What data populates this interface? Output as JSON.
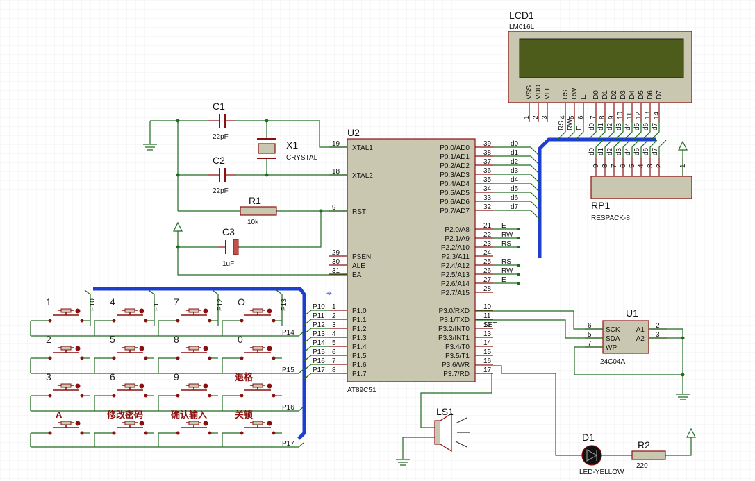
{
  "lcd": {
    "ref": "LCD1",
    "part": "LM016L",
    "pins": [
      "VSS",
      "VDD",
      "VEE",
      "RS",
      "RW",
      "E",
      "D0",
      "D1",
      "D2",
      "D3",
      "D4",
      "D5",
      "D6",
      "D7"
    ],
    "pin_numbers": [
      "1",
      "2",
      "3",
      "4",
      "5",
      "6",
      "7",
      "8",
      "9",
      "10",
      "11",
      "12",
      "13",
      "14"
    ],
    "color_screen": "#4d5c1a",
    "color_frame": "#c9c7b0"
  },
  "mcu": {
    "ref": "U2",
    "part": "AT89C51",
    "left_pins": [
      {
        "name": "XTAL1",
        "num": "19"
      },
      {
        "name": "XTAL2",
        "num": "18"
      },
      {
        "name": "RST",
        "num": "9"
      },
      {
        "name": "PSEN",
        "num": "29"
      },
      {
        "name": "ALE",
        "num": "30"
      },
      {
        "name": "EA",
        "num": "31"
      },
      {
        "name": "P1.0",
        "num": "1"
      },
      {
        "name": "P1.1",
        "num": "2"
      },
      {
        "name": "P1.2",
        "num": "3"
      },
      {
        "name": "P1.3",
        "num": "4"
      },
      {
        "name": "P1.4",
        "num": "5"
      },
      {
        "name": "P1.5",
        "num": "6"
      },
      {
        "name": "P1.6",
        "num": "7"
      },
      {
        "name": "P1.7",
        "num": "8"
      }
    ],
    "right_pins": [
      {
        "name": "P0.0/AD0",
        "num": "39"
      },
      {
        "name": "P0.1/AD1",
        "num": "38"
      },
      {
        "name": "P0.2/AD2",
        "num": "37"
      },
      {
        "name": "P0.3/AD3",
        "num": "36"
      },
      {
        "name": "P0.4/AD4",
        "num": "35"
      },
      {
        "name": "P0.5/AD5",
        "num": "34"
      },
      {
        "name": "P0.6/AD6",
        "num": "33"
      },
      {
        "name": "P0.7/AD7",
        "num": "32"
      },
      {
        "name": "P2.0/A8",
        "num": "21"
      },
      {
        "name": "P2.1/A9",
        "num": "22"
      },
      {
        "name": "P2.2/A10",
        "num": "23"
      },
      {
        "name": "P2.3/A11",
        "num": "24"
      },
      {
        "name": "P2.4/A12",
        "num": "25"
      },
      {
        "name": "P2.5/A13",
        "num": "26"
      },
      {
        "name": "P2.6/A14",
        "num": "27"
      },
      {
        "name": "P2.7/A15",
        "num": "28"
      },
      {
        "name": "P3.0/RXD",
        "num": "10"
      },
      {
        "name": "P3.1/TXD",
        "num": "11"
      },
      {
        "name": "P3.2/INT0",
        "num": "12"
      },
      {
        "name": "P3.3/INT1",
        "num": "13"
      },
      {
        "name": "P3.4/T0",
        "num": "14"
      },
      {
        "name": "P3.5/T1",
        "num": "15"
      },
      {
        "name": "P3.6/WR",
        "num": "16"
      },
      {
        "name": "P3.7/RD",
        "num": "17"
      }
    ]
  },
  "p0_nets": [
    "d0",
    "d1",
    "d2",
    "d3",
    "d4",
    "d5",
    "d6",
    "d7"
  ],
  "p2_nets": [
    "E",
    "RW",
    "RS",
    "",
    "RS",
    "RW",
    "E",
    ""
  ],
  "p3_set": "SET",
  "p1_nets": [
    "P10",
    "P11",
    "P12",
    "P13",
    "P14",
    "P15",
    "P16",
    "P17"
  ],
  "lcd_nets": [
    "RS",
    "RW",
    "E",
    "d0",
    "d1",
    "d2",
    "d3",
    "d4",
    "d5",
    "d6",
    "d7"
  ],
  "rp": {
    "ref": "RP1",
    "part": "RESPACK-8",
    "pins": [
      "9",
      "8",
      "7",
      "6",
      "5",
      "4",
      "3",
      "2",
      "1"
    ],
    "nets": [
      "d0",
      "d1",
      "d2",
      "d3",
      "d4",
      "d5",
      "d6",
      "d7"
    ]
  },
  "c1": {
    "ref": "C1",
    "value": "22pF"
  },
  "c2": {
    "ref": "C2",
    "value": "22pF"
  },
  "c3": {
    "ref": "C3",
    "value": "1uF"
  },
  "x1": {
    "ref": "X1",
    "value": "CRYSTAL"
  },
  "r1": {
    "ref": "R1",
    "value": "10k"
  },
  "r2": {
    "ref": "R2",
    "value": "220"
  },
  "u1": {
    "ref": "U1",
    "part": "24C04A",
    "left": [
      {
        "name": "SCK",
        "num": "6"
      },
      {
        "name": "SDA",
        "num": "5"
      },
      {
        "name": "WP",
        "num": "7"
      }
    ],
    "right": [
      {
        "name": "A1",
        "num": "2"
      },
      {
        "name": "A2",
        "num": "3"
      }
    ]
  },
  "ls1": {
    "ref": "LS1"
  },
  "d1": {
    "ref": "D1",
    "part": "LED-YELLOW"
  },
  "keypad": {
    "rows": [
      [
        "1",
        "4",
        "7",
        "O"
      ],
      [
        "2",
        "5",
        "8",
        "0"
      ],
      [
        "3",
        "6",
        "9",
        "退格"
      ],
      [
        "A",
        "修改密码",
        "确认输入",
        "关锁"
      ]
    ],
    "col_nets": [
      "P10",
      "P11",
      "P12",
      "P13"
    ],
    "row_nets": [
      "P14",
      "P15",
      "P16",
      "P17"
    ]
  }
}
